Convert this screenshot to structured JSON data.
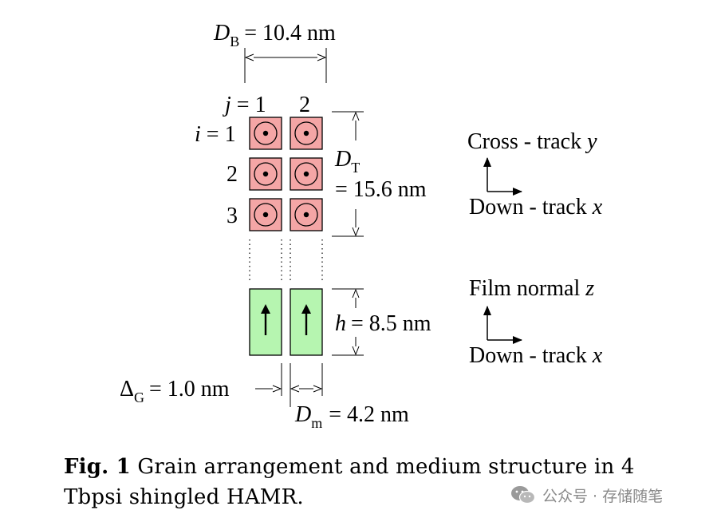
{
  "figure": {
    "grain_diameter": {
      "symbol": "D",
      "subscript": "B",
      "value": "= 10.4 nm"
    },
    "column_labels": {
      "j_prefix": "j = 1",
      "j2": "2"
    },
    "row_labels": {
      "i_prefix": "i = 1",
      "i2": "2",
      "i3": "3"
    },
    "track_pitch": {
      "symbol": "D",
      "subscript": "T",
      "value": "= 15.6 nm"
    },
    "thickness": {
      "symbol": "h",
      "value": "= 8.5 nm"
    },
    "gap": {
      "symbol": "Δ",
      "subscript": "G",
      "value": "= 1.0 nm"
    },
    "grain_size": {
      "symbol": "D",
      "subscript": "m",
      "value": "= 4.2 nm"
    },
    "axes_top": {
      "vertical_label": "Cross - track",
      "vertical_var": "y",
      "horizontal_label": "Down - track",
      "horizontal_var": "x"
    },
    "axes_bottom": {
      "vertical_label": "Film normal",
      "vertical_var": "z",
      "horizontal_label": "Down - track",
      "horizontal_var": "x"
    },
    "colors": {
      "grain_top_fill": "#f4a6a6",
      "grain_side_fill": "#b6f5b0",
      "stroke": "#000000"
    }
  },
  "caption": {
    "label": "Fig. 1",
    "text": " Grain arrangement and medium structure in 4 Tbpsi shingled HAMR."
  },
  "watermark": {
    "text": "公众号 · 存储随笔"
  }
}
